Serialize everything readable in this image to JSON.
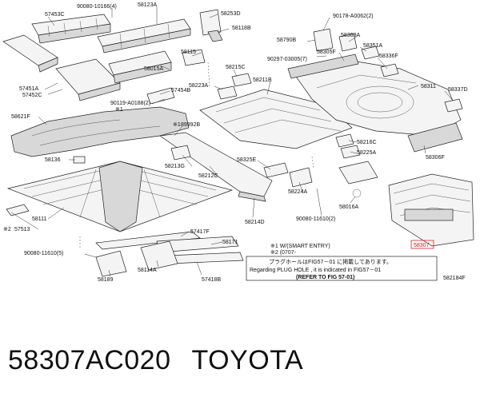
{
  "labels": {
    "l57453c": "57453C",
    "l90080_10166": "90080-10166(4)",
    "l58123a": "58123A",
    "l58253d": "58253D",
    "l90178": "90178-A0062(2)",
    "l58118b": "58118B",
    "l58790b": "58790B",
    "l58369a": "58369A",
    "l58115": "58115",
    "l90297": "90297-03005(7)",
    "l58305f": "58305F",
    "l58351a": "58351A",
    "l58336f": "58336F",
    "l58015a": "58015A",
    "l58215c": "58215C",
    "l57451a": "57451A",
    "l57452c": "57452C",
    "l58223a": "58223A",
    "l58211b": "58211B",
    "l58311": "58311",
    "l58337d": "58337D",
    "l90119": "90119-A0188(2)",
    "l57454b": "57454B",
    "l58621f": "58621F",
    "l89992b": "89992B",
    "l58216c": "58216C",
    "l58225a": "58225A",
    "l58306f": "58306F",
    "l58136": "58136",
    "l58213g": "58213G",
    "l58325e": "58325E",
    "l58212c": "58212C",
    "l58224a": "58224A",
    "l58016a": "58016A",
    "l58111": "58111",
    "l58214d": "58214D",
    "l90080_11610_2": "90080-11610(2)",
    "l57513": "57513",
    "l57417f": "57417F",
    "l58171": "58171",
    "l90080_11610_5": "90080-11610(5)",
    "l58189": "58189",
    "l58114a": "58114A",
    "l57418b": "57418B",
    "l58307": "58307",
    "l582184f": "582184F"
  },
  "markers": {
    "star1": "※1",
    "star2": "※2"
  },
  "notes": {
    "line1": "※1 W/(SMART ENTRY)",
    "line2": "※2 (0707-",
    "line3": "プラグホールはFIG57－01 に掲載してあります。",
    "line4": "Regarding PLUG HOLE , it is indicated in FIG57－01",
    "line5": "(REFER TO FIG 57-01)"
  },
  "caption": {
    "part_number": "58307AC020",
    "brand": "TOYOTA"
  },
  "colors": {
    "highlight": "#d22222"
  }
}
